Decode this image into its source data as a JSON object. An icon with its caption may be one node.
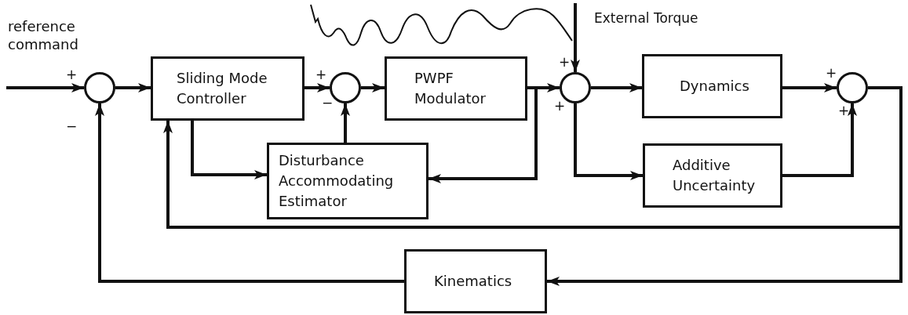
{
  "diagram": {
    "nodes": [
      {
        "text": [],
        "shape": "circle"
      },
      {
        "text": [
          "Sliding Mode Controller"
        ]
      },
      {
        "text": [],
        "shape": "circle"
      },
      {
        "text": [
          "PWPF Modulator"
        ]
      },
      {
        "text": [],
        "shape": "circle"
      },
      {
        "text": [
          "Dynamics"
        ]
      },
      {
        "text": [],
        "shape": "circle"
      },
      {
        "text": [
          "Disturbance Accommodating Estimator"
        ]
      },
      {
        "text": [
          "Additive Uncertainty"
        ]
      },
      {
        "text": [
          "Kinematics"
        ]
      },
      {
        "text": [],
        "shape": "picture"
      }
    ],
    "edges": [
      {
        "from": null,
        "to": 0,
        "arrow": "to"
      },
      {
        "from": 0,
        "to": 1,
        "arrow": "to"
      },
      {
        "from": 1,
        "to": 2,
        "arrow": "to"
      },
      {
        "from": 2,
        "to": 3,
        "arrow": "to"
      },
      {
        "from": 3,
        "to": 4,
        "arrow": "to"
      },
      {
        "from": 3,
        "to": 7,
        "arrow": "to"
      },
      {
        "from": 1,
        "to": 7,
        "arrow": "to"
      },
      {
        "from": 7,
        "to": 2,
        "arrow": "to"
      },
      {
        "from": 10,
        "to": 4,
        "arrow": "to"
      },
      {
        "from": 4,
        "to": 5,
        "arrow": "to"
      },
      {
        "from": 4,
        "to": 8,
        "arrow": "to"
      },
      {
        "from": 5,
        "to": 6,
        "arrow": "to"
      },
      {
        "from": 8,
        "to": 6,
        "arrow": "to"
      },
      {
        "from": 6,
        "to": 1,
        "arrow": "to"
      },
      {
        "from": 6,
        "to": 9,
        "arrow": "to"
      },
      {
        "from": 9,
        "to": 0,
        "arrow": "to"
      }
    ],
    "labels": [
      "reference command",
      "External Torque",
      "+",
      "+",
      "+",
      "+",
      "+",
      "+",
      "−",
      "−"
    ]
  }
}
